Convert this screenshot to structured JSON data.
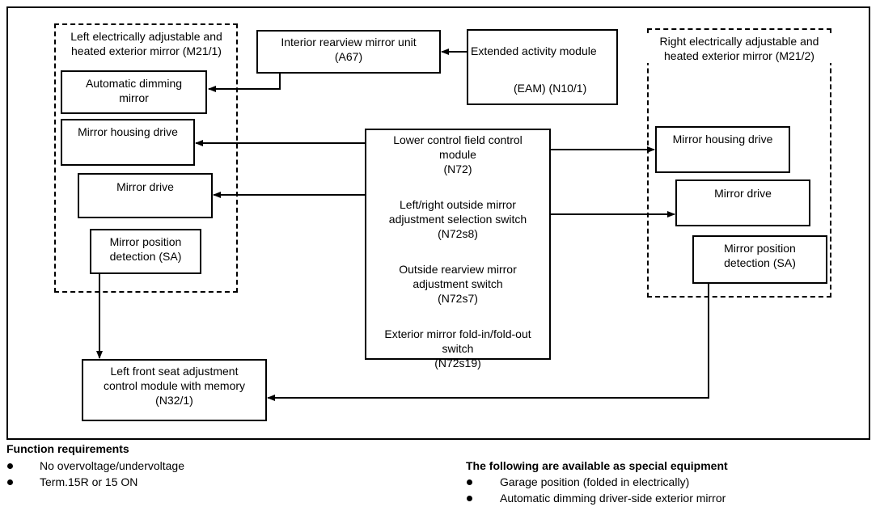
{
  "diagram": {
    "left_group": {
      "title_line1": "Left electrically adjustable and",
      "title_line2": "heated exterior mirror (M21/1)",
      "auto_dim_line1": "Automatic dimming",
      "auto_dim_line2": "mirror",
      "housing_drive": "Mirror housing drive",
      "mirror_drive": "Mirror drive",
      "pos_line1": "Mirror position",
      "pos_line2": "detection (SA)"
    },
    "right_group": {
      "title_line1": "Right electrically adjustable and",
      "title_line2": "heated exterior mirror (M21/2)",
      "housing_drive": "Mirror housing drive",
      "mirror_drive": "Mirror drive",
      "pos_line1": "Mirror position",
      "pos_line2": "detection (SA)"
    },
    "interior_mirror": {
      "line1": "Interior rearview mirror unit",
      "line2": "(A67)"
    },
    "eam": {
      "line1": "Extended activity module",
      "line2": "(EAM) (N10/1)"
    },
    "control_module": {
      "l1": "Lower control field control",
      "l2": "module",
      "l3": "(N72)",
      "l4": "Left/right outside mirror",
      "l5": "adjustment selection switch",
      "l6": "(N72s8)",
      "l7": "Outside rearview mirror",
      "l8": "adjustment switch",
      "l9": "(N72s7)",
      "l10": "Exterior mirror fold-in/fold-out",
      "l11": "switch",
      "l12": "(N72s19)"
    },
    "seat_module": {
      "line1": "Left front seat adjustment",
      "line2": "control module with memory",
      "line3": "(N32/1)"
    }
  },
  "footer": {
    "function_title": "Function requirements",
    "function_items": [
      "No overvoltage/undervoltage",
      "Term.15R or 15 ON"
    ],
    "special_title": "The following are available as special equipment",
    "special_items": [
      "Garage position (folded in electrically)",
      "Automatic dimming driver-side exterior mirror"
    ]
  }
}
